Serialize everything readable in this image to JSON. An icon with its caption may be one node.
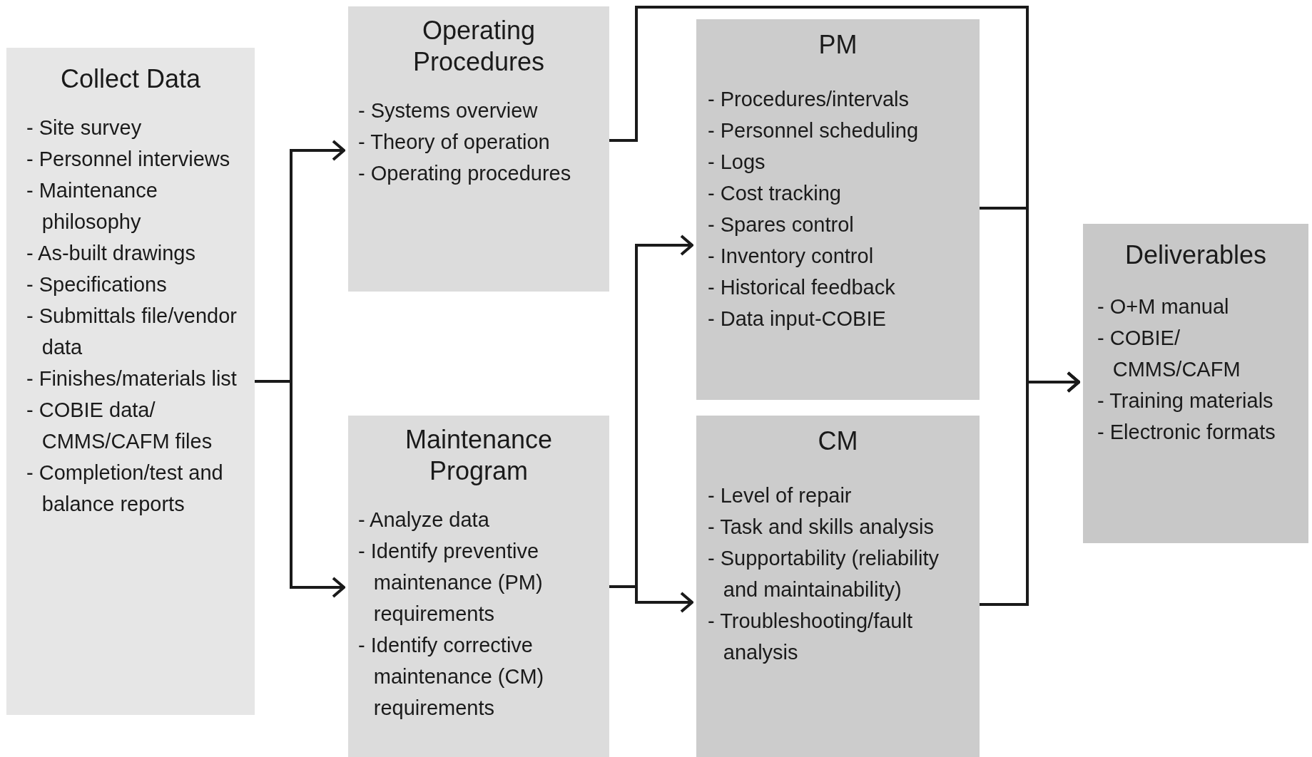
{
  "diagram": {
    "nodes": [
      {
        "text": [
          "Collect Data",
          "- Site survey",
          "- Personnel interviews",
          "- Maintenance philosophy",
          "- As-built drawings",
          "- Specifications",
          "- Submittals file/vendor data",
          "- Finishes/materials list",
          "- COBIE data/ CMMS/CAFM files",
          "- Completion/test and balance reports"
        ]
      },
      {
        "text": [
          "Operating Procedures",
          "- Systems overview",
          "- Theory of operation",
          "- Operating procedures"
        ]
      },
      {
        "text": [
          "Maintenance Program",
          "- Analyze data",
          "- Identify preventive maintenance (PM) requirements",
          "- Identify corrective maintenance (CM) requirements"
        ]
      },
      {
        "text": [
          "PM",
          "- Procedures/intervals",
          "- Personnel scheduling",
          "- Logs",
          "- Cost tracking",
          "- Spares control",
          "- Inventory control",
          "- Historical feedback",
          "- Data input-COBIE"
        ]
      },
      {
        "text": [
          "CM",
          "- Level of repair",
          "- Task and skills analysis",
          "- Supportability (reliability and maintainability)",
          "- Troubleshooting/fault analysis"
        ]
      },
      {
        "text": [
          "Deliverables",
          "- O+M manual",
          "- COBIE/ CMMS/CAFM",
          "- Training materials",
          "- Electronic formats"
        ]
      }
    ],
    "edges": [
      {
        "from": 0,
        "to": 1,
        "arrow": "to"
      },
      {
        "from": 0,
        "to": 2,
        "arrow": "to"
      },
      {
        "from": 1,
        "to": 5,
        "arrow": "to"
      },
      {
        "from": 2,
        "to": 3,
        "arrow": "to"
      },
      {
        "from": 2,
        "to": 4,
        "arrow": "to"
      },
      {
        "from": 3,
        "to": 5,
        "arrow": "to"
      },
      {
        "from": 4,
        "to": 5,
        "arrow": "to"
      }
    ]
  }
}
